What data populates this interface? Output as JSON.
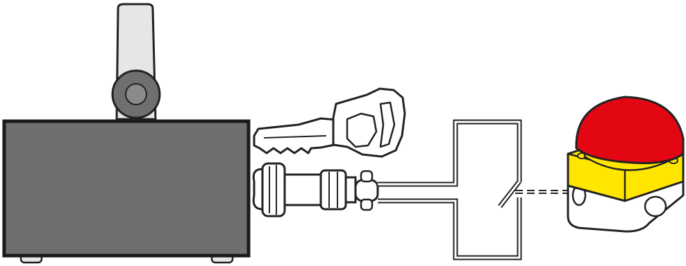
{
  "scene": {
    "components": [
      "machine-housing",
      "lock-handle",
      "key",
      "key-lock-cylinder",
      "switch-contact",
      "emergency-stop-button"
    ]
  },
  "colors": {
    "outline": "#222222",
    "housing_fill": "#6f6f6e",
    "handle_fill": "#e6e6e6",
    "knob_fill": "#6f6f6e",
    "wire_fill": "#ffffff",
    "estop_red": "#e30613",
    "estop_yellow": "#ffe600",
    "estop_base": "#ffffff",
    "background": "#ffffff"
  }
}
